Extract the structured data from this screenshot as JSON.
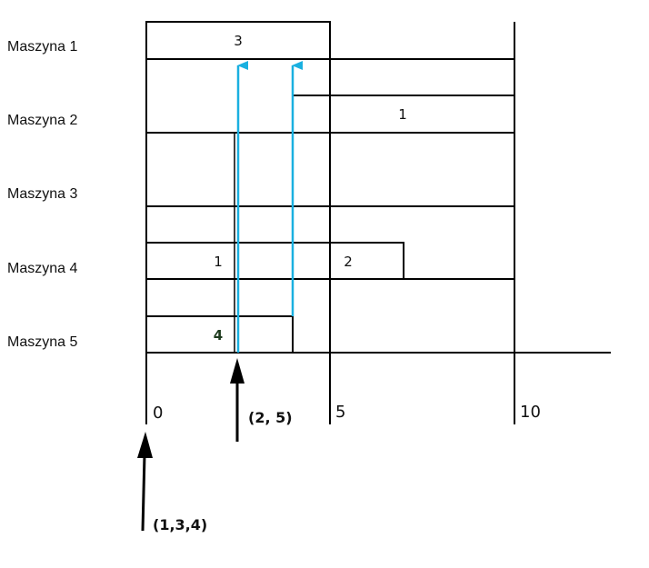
{
  "machines": [
    "Maszyna 1",
    "Maszyna 2",
    "Maszyna 3",
    "Maszyna 4",
    "Maszyna 5"
  ],
  "tasks": [
    {
      "machine": 1,
      "start": 0,
      "end": 5,
      "label": "3"
    },
    {
      "machine": 2,
      "start": 4,
      "end": 10,
      "label": "1"
    },
    {
      "machine": 4,
      "start": 0,
      "end": 5,
      "label": "1"
    },
    {
      "machine": 4,
      "start": 5,
      "end": 7,
      "label": "2"
    },
    {
      "machine": 5,
      "start": 0,
      "end": 4,
      "label": "4"
    }
  ],
  "time_ticks": [
    "0",
    "5",
    "10"
  ],
  "events": [
    {
      "time": 0,
      "label": "(1,3,4)"
    },
    {
      "time": 2.5,
      "label": "(2, 5)"
    }
  ],
  "colors": {
    "line": "#000000",
    "transfer_arrow": "#1ab0e0",
    "background": "#ffffff"
  }
}
